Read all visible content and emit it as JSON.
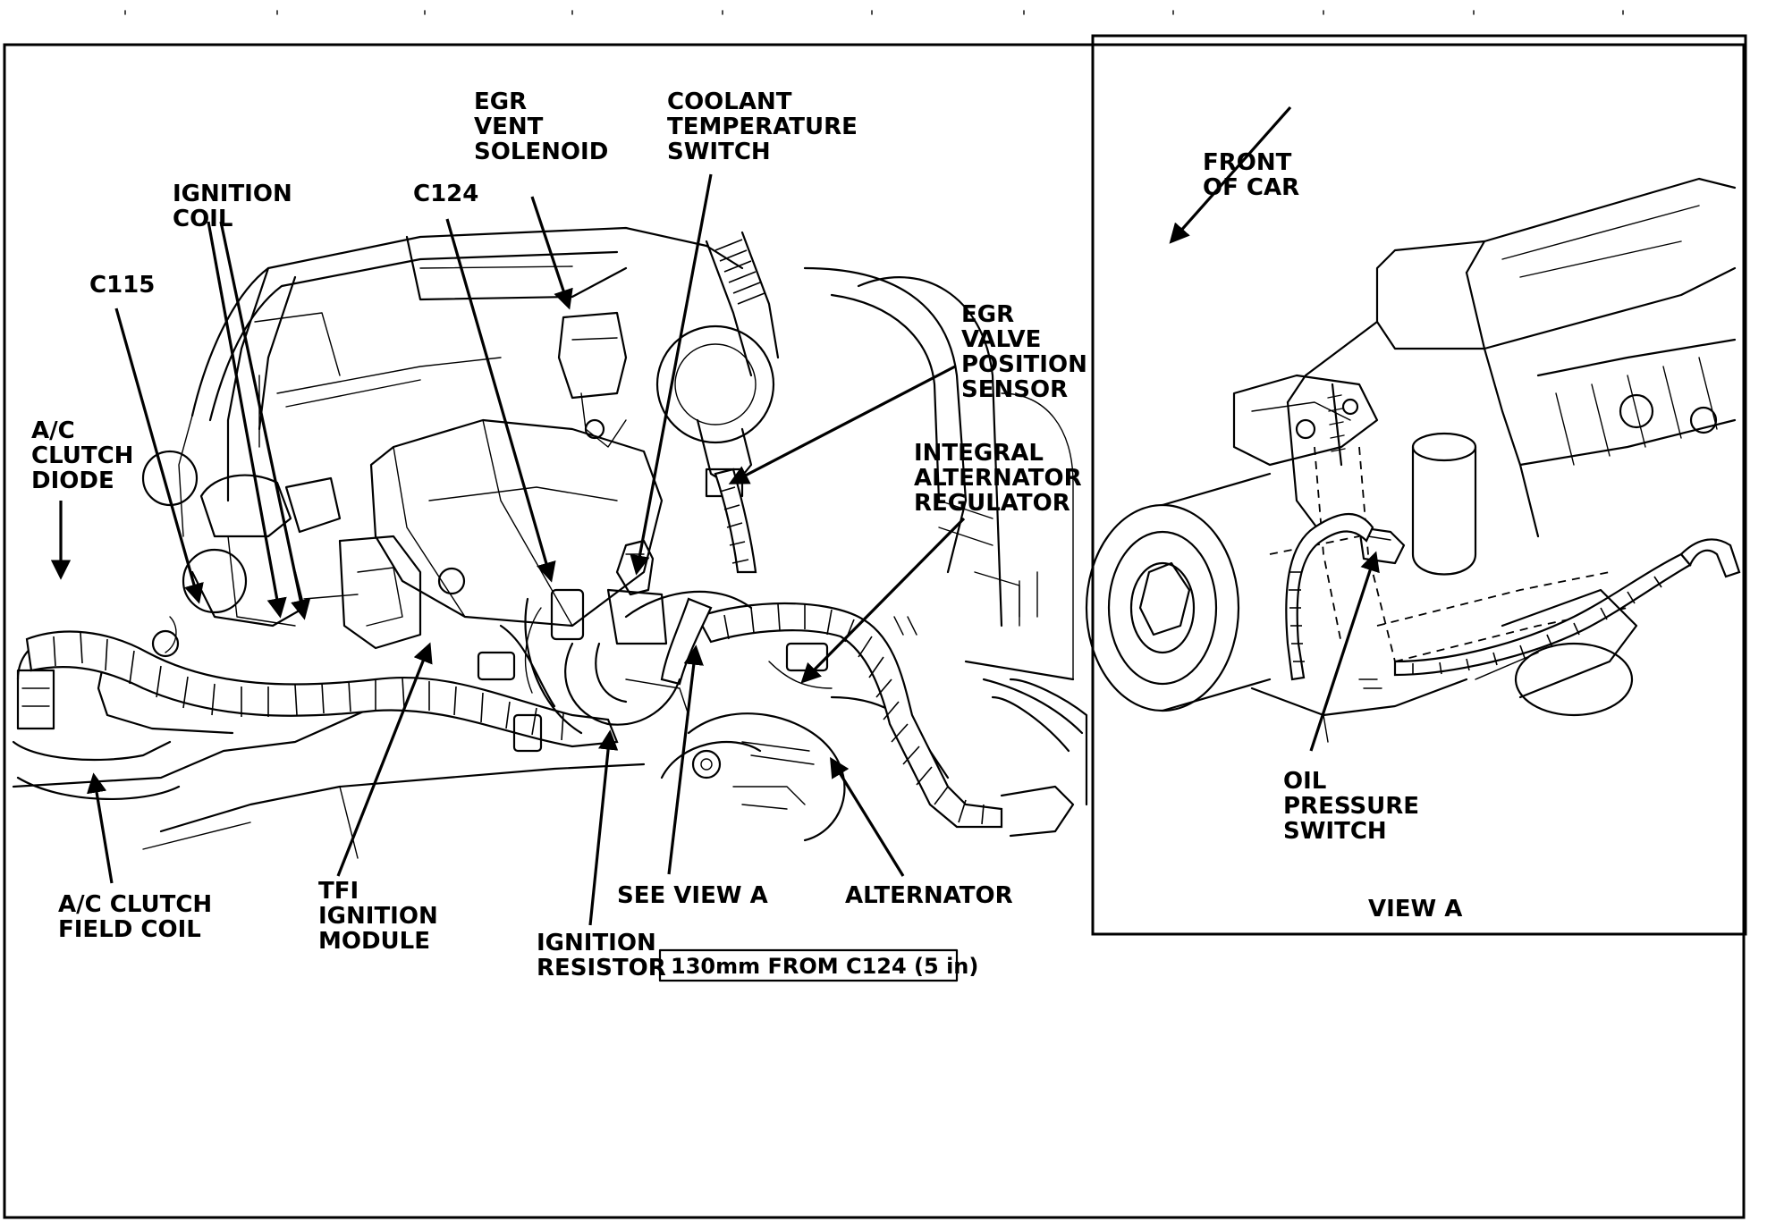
{
  "main_view": {
    "labels": {
      "ignition_coil": [
        "IGNITION",
        "COIL"
      ],
      "c115": [
        "C115"
      ],
      "ac_clutch_diode": [
        "A/C",
        "CLUTCH",
        "DIODE"
      ],
      "c124": [
        "C124"
      ],
      "egr_vent_solenoid": [
        "EGR",
        "VENT",
        "SOLENOID"
      ],
      "coolant_temperature_switch": [
        "COOLANT",
        "TEMPERATURE",
        "SWITCH"
      ],
      "egr_valve_position_sensor": [
        "EGR",
        "VALVE",
        "POSITION",
        "SENSOR"
      ],
      "integral_alternator_regulator": [
        "INTEGRAL",
        "ALTERNATOR",
        "REGULATOR"
      ],
      "ac_clutch_field_coil": [
        "A/C CLUTCH",
        "FIELD COIL"
      ],
      "tfi_ignition_module": [
        "TFI",
        "IGNITION",
        "MODULE"
      ],
      "ignition_resistor": [
        "IGNITION",
        "RESISTOR"
      ],
      "see_view_a": [
        "SEE VIEW A"
      ],
      "alternator": [
        "ALTERNATOR"
      ]
    },
    "note_box": "130mm FROM C124 (5 in)"
  },
  "view_a": {
    "caption": "VIEW A",
    "labels": {
      "front_of_car": [
        "FRONT",
        "OF CAR"
      ],
      "oil_pressure_switch": [
        "OIL",
        "PRESSURE",
        "SWITCH"
      ]
    }
  }
}
